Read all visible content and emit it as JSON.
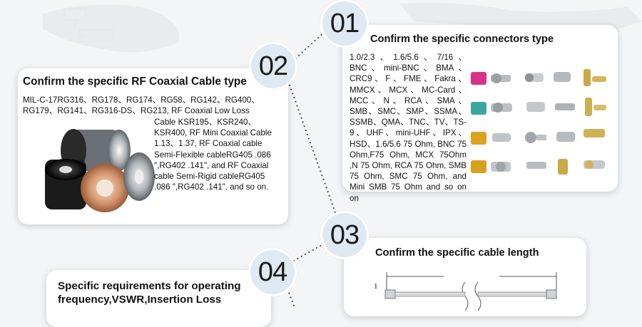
{
  "steps": [
    {
      "number": "01",
      "title": "Confirm the specific connectors type",
      "text": "1.0/2.3、1.6/5.6、7/16、BNC、mini-BNC、BMA、CRC9、F、FME、Fakra、MMCX、MCX、MC-Card、MCC、N、RCA、SMA、SMB、SMC、SMP、SSMA、SSMB、QMA、TNC、TV、TS-9、UHF、mini-UHF、IPX、HSD、1.6/5.6 75 Ohm, BNC 75 Ohm,F75 Ohm, MCX 75Ohm ,N 75 Ohm, RCA 75 Ohm, SMB 75 Ohm, SMC 75 Ohm, and Mini SMB 75 Ohm and so on on"
    },
    {
      "number": "02",
      "title": "Confirm the specific RF Coaxial Cable type",
      "text_top": "MIL-C-17RG316、RG178、RG174、RG58、RG142、RG400、RG179、RG141、RG316-DS、RG213, RF Coaxial Low Loss",
      "text_side": "Cable KSR195、KSR240、KSR400, RF Mini Coaxial Cable 1.13、1.37, RF Coaxial cable Semi-Flexible cableRG405 .086 \",RG402 .141\", and RF Coaxial cable Semi-Rigid cableRG405 .086 \",RG402 .141\". and so on."
    },
    {
      "number": "03",
      "title": "Confirm the specific cable length",
      "dimension_label": "1"
    },
    {
      "number": "04",
      "title": "Specific requirements for operating frequency,VSWR,Insertion Loss"
    }
  ],
  "colors": {
    "circle": "#dfe9f4",
    "card": "#ffffff",
    "page": "#f4f5f7",
    "dots": "#555555"
  }
}
